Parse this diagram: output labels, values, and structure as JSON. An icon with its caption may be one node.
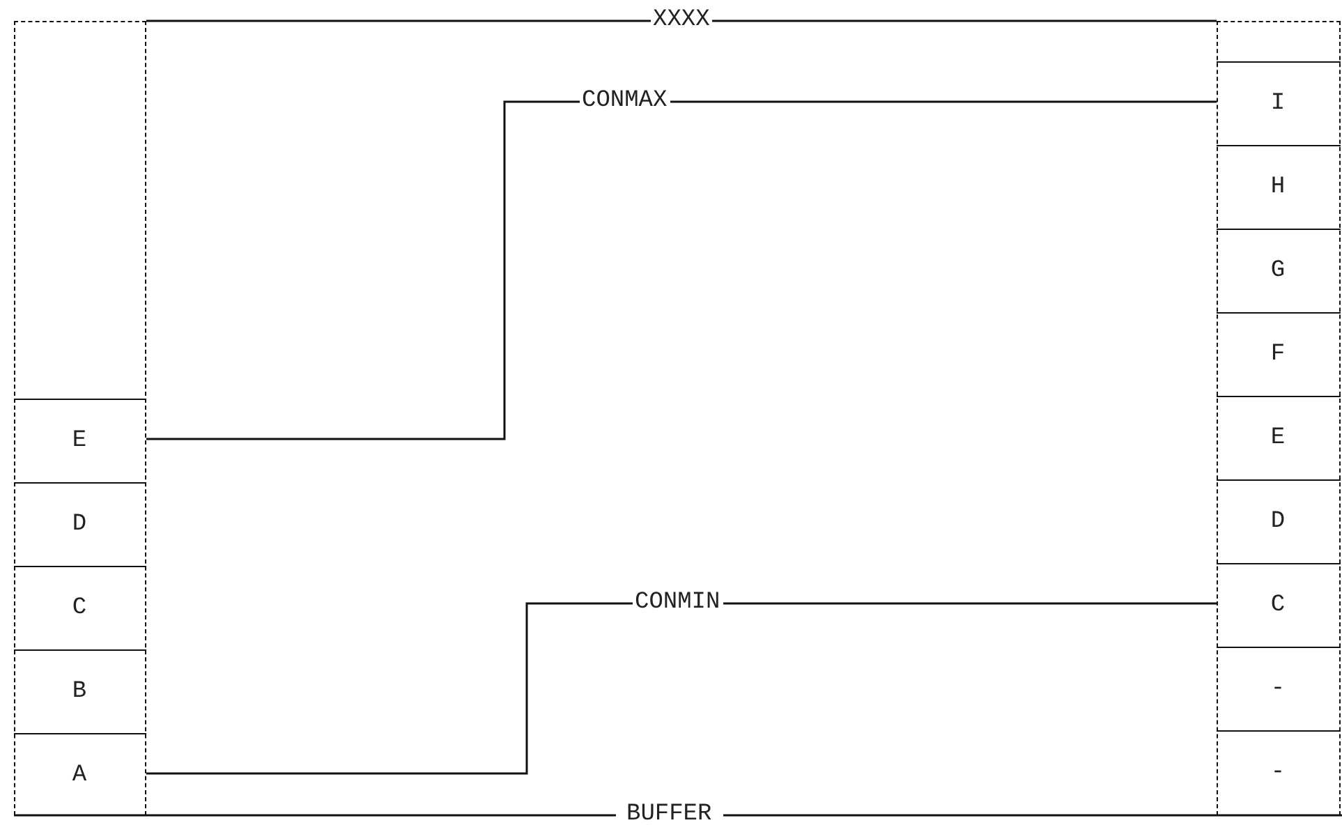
{
  "diagram": {
    "nodes": [
      {
        "text": [],
        "shape": "box"
      },
      {
        "text": [
          "E"
        ],
        "in": 0
      },
      {
        "text": [
          "D"
        ],
        "in": 0
      },
      {
        "text": [
          "C"
        ],
        "in": 0
      },
      {
        "text": [
          "B"
        ],
        "in": 0
      },
      {
        "text": [
          "A"
        ],
        "in": 0
      },
      {
        "text": [],
        "shape": "box"
      },
      {
        "text": [
          "I"
        ],
        "in": 6
      },
      {
        "text": [
          "H"
        ],
        "in": 6
      },
      {
        "text": [
          "G"
        ],
        "in": 6
      },
      {
        "text": [
          "F"
        ],
        "in": 6
      },
      {
        "text": [
          "E"
        ],
        "in": 6
      },
      {
        "text": [
          "D"
        ],
        "in": 6
      },
      {
        "text": [
          "C"
        ],
        "in": 6
      },
      {
        "text": [
          "-"
        ],
        "in": 6
      },
      {
        "text": [
          "-"
        ],
        "in": 6
      }
    ],
    "edges": [
      {
        "from": 1,
        "to": 7,
        "label": "CONMAX",
        "arrow": "none"
      },
      {
        "from": 5,
        "to": 13,
        "label": "CONMIN",
        "arrow": "none"
      },
      {
        "from": 0,
        "to": 6,
        "label": "XXXX",
        "arrow": "none"
      }
    ],
    "labels": [
      "BUFFER"
    ]
  }
}
